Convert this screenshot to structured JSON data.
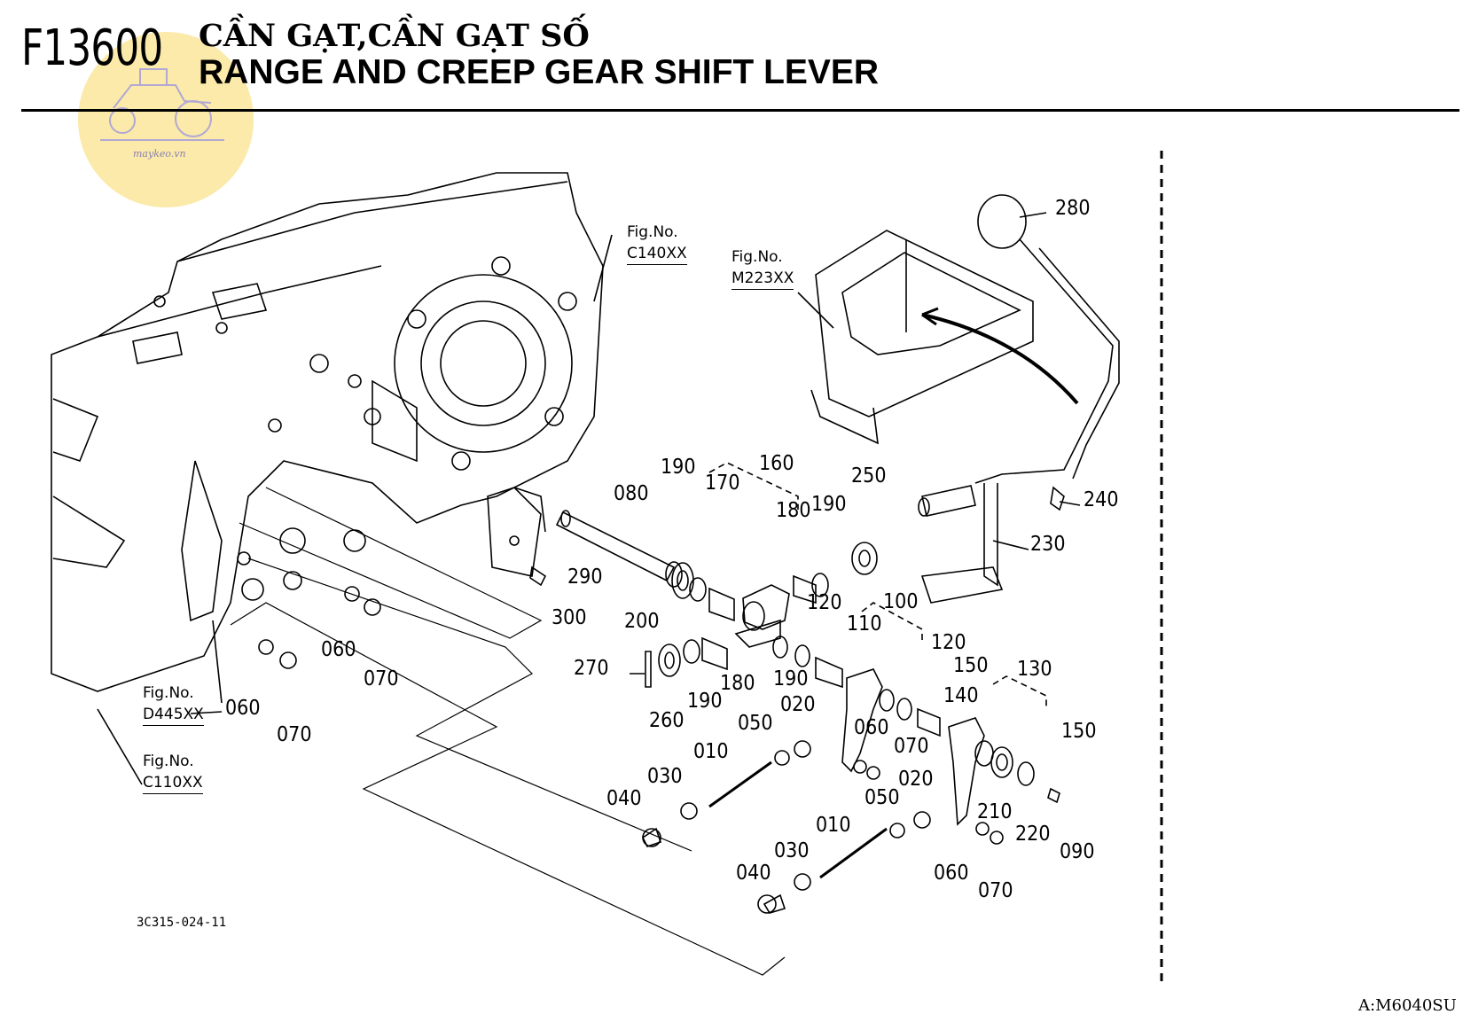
{
  "header": {
    "code": "F13600",
    "title_vi": "CẦN GẠT,CẦN GẠT SỐ",
    "title_en": "RANGE AND CREEP GEAR SHIFT LEVER"
  },
  "logo": {
    "text": "maykeo.vn",
    "color": "#fbe8a0"
  },
  "fig_refs": [
    {
      "line1": "Fig.No.",
      "line2": "C140XX"
    },
    {
      "line1": "Fig.No.",
      "line2": "M223XX"
    },
    {
      "line1": "Fig.No.",
      "line2": "D445XX"
    },
    {
      "line1": "Fig.No.",
      "line2": "C110XX"
    }
  ],
  "part_labels": [
    "280",
    "240",
    "230",
    "250",
    "190",
    "180",
    "160",
    "170",
    "190",
    "080",
    "290",
    "300",
    "200",
    "270",
    "260",
    "190",
    "180",
    "190",
    "120",
    "110",
    "100",
    "120",
    "150",
    "130",
    "140",
    "150",
    "210",
    "220",
    "090",
    "060",
    "070",
    "060",
    "070",
    "060",
    "070",
    "050",
    "020",
    "010",
    "030",
    "040",
    "050",
    "020",
    "010",
    "030",
    "040",
    "060",
    "070"
  ],
  "footer": {
    "drawing_number": "3C315-024-11",
    "model_code": "A:M6040SU"
  }
}
